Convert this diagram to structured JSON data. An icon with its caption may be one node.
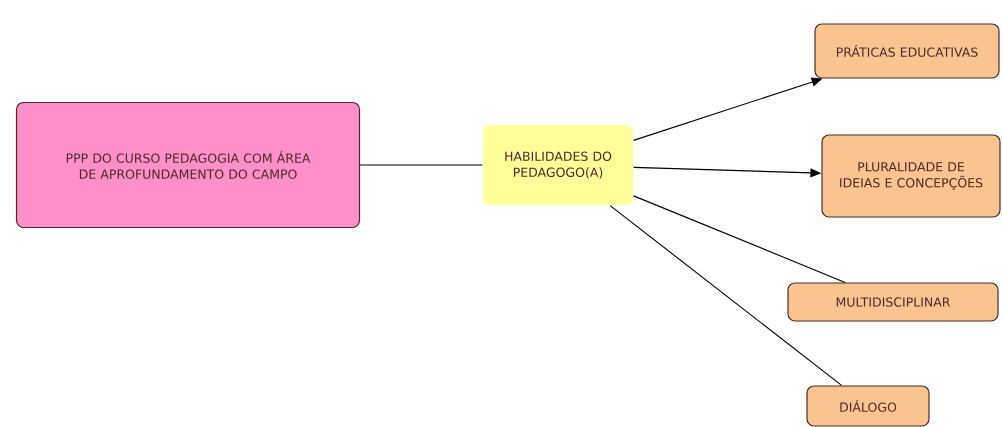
{
  "diagram": {
    "nodes": [
      {
        "text": [
          "PPP DO CURSO PEDAGOGIA COM ÁREA DE APROFUNDAMENTO DO CAMPO"
        ]
      },
      {
        "text": [
          "HABILIDADES DO PEDAGOGO(A)"
        ]
      },
      {
        "text": [
          "PRÁTICAS EDUCATIVAS"
        ]
      },
      {
        "text": [
          "PLURALIDADE DE IDEIAS E CONCEPÇÕES"
        ]
      },
      {
        "text": [
          "MULTIDISCIPLINAR"
        ]
      },
      {
        "text": [
          "DIÁLOGO"
        ]
      }
    ],
    "edges": [
      {
        "from": 0,
        "to": 1,
        "arrow": "none"
      },
      {
        "from": 1,
        "to": 2,
        "arrow": "to"
      },
      {
        "from": 1,
        "to": 3,
        "arrow": "to"
      },
      {
        "from": 1,
        "to": 4,
        "arrow": "none"
      },
      {
        "from": 1,
        "to": 5,
        "arrow": "none"
      }
    ]
  }
}
